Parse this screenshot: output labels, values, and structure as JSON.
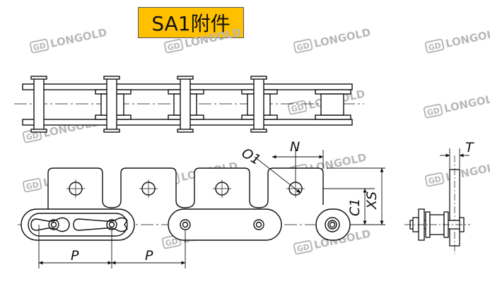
{
  "title": "SA1附件",
  "watermark": {
    "logo": "GD",
    "text": "LONGOLD"
  },
  "dimensions": {
    "o1": "O1",
    "n": "N",
    "c1": "C1",
    "xs": "XS",
    "t": "T",
    "p_left": "P",
    "p_right": "P"
  },
  "colors": {
    "badge": "#ffc000",
    "line": "#111111",
    "watermark": "#b8b8b8"
  }
}
